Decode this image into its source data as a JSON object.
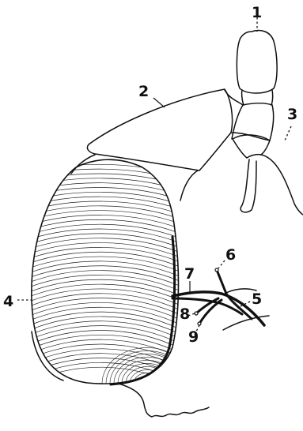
{
  "figure": {
    "labels": [
      "1",
      "2",
      "3",
      "4",
      "5",
      "6",
      "7",
      "8",
      "9"
    ]
  }
}
